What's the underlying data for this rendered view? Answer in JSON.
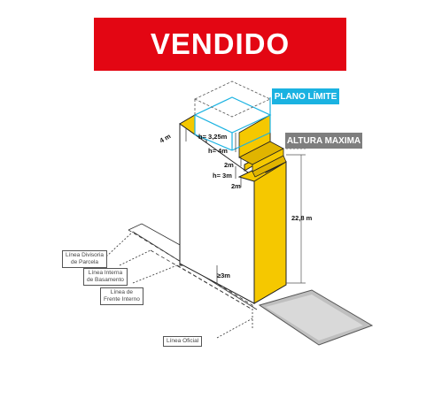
{
  "banner": {
    "text": "VENDIDO",
    "color": "#e30613"
  },
  "tags": {
    "plano_limite": "PLANO LÍMITE",
    "altura_maxima": "ALTURA MAXIMA"
  },
  "dimensions": {
    "h_325": "h= 3,25m",
    "h_4": "h= 4m",
    "m2_a": "2m",
    "h_3": "h= 3m",
    "m2_b": "2m",
    "side_4": "4 m",
    "total": "22,8 m",
    "ge3": "≥3m"
  },
  "ground_labels": {
    "divisoria": [
      "Línea Divisoria",
      "de Parcela"
    ],
    "basamento": [
      "Línea Interna",
      "de Basamento"
    ],
    "frente": [
      "Línea de",
      "Frente Interno"
    ],
    "oficial": "Línea Oficial"
  },
  "colors": {
    "yellow": "#f5c800",
    "cyan": "#1ab2e1",
    "gray": "#7e7e7e"
  }
}
